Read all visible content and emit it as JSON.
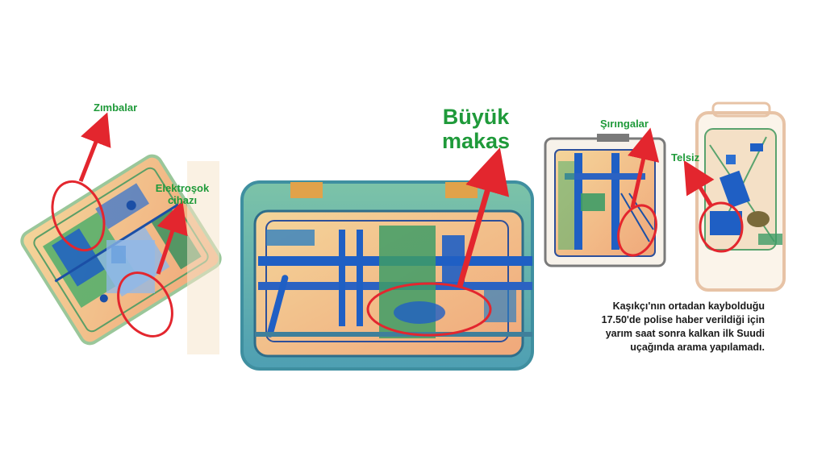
{
  "labels": {
    "zimbalar": "Zımbalar",
    "elektrosok_1": "Elektroşok",
    "elektrosok_2": "cihazı",
    "buyuk_1": "Büyük",
    "buyuk_2": "makas",
    "siringalar": "Şırıngalar",
    "telsiz": "Telsiz"
  },
  "caption": {
    "lines": [
      "Kaşıkçı'nın ortadan kaybolduğu",
      "17.50'de polise haber verildiği için",
      "yarım saat sonra kalkan ilk Suudi",
      "uçağında arama yapılamadı."
    ]
  },
  "colors": {
    "label_green": "#1f9a3a",
    "annotation_red": "#e3262e",
    "xray_blue": "#1f5fc4",
    "xray_green": "#4fae6a",
    "xray_orange": "#f0b07a",
    "xray_teal": "#58a8b0"
  }
}
